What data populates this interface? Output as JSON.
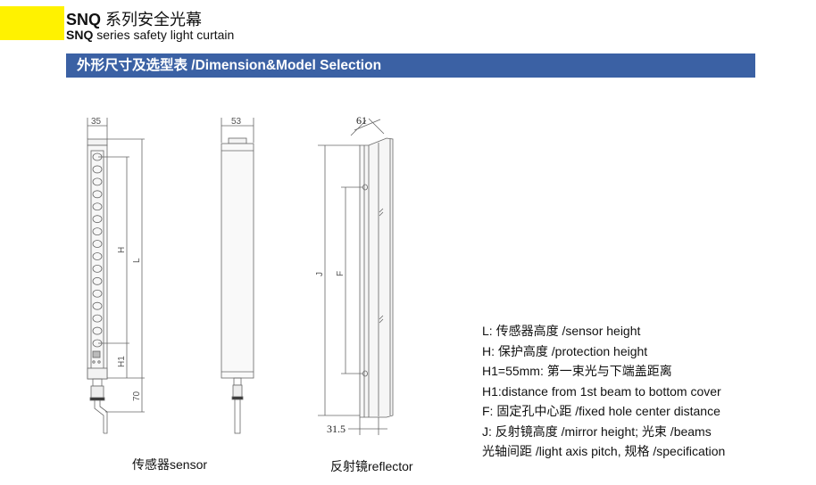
{
  "header": {
    "title_bold": "SNQ",
    "title_rest": " 系列安全光幕",
    "subtitle_bold": "SNQ",
    "subtitle_rest": " series safety light curtain",
    "section": "外形尺寸及选型表 /Dimension&Model Selection"
  },
  "colors": {
    "accent_yellow": "#fff200",
    "section_blue": "#3b61a4"
  },
  "drawing": {
    "sensor_width": "35",
    "side_width": "53",
    "reflector_depth": "61",
    "label_H": "H",
    "label_L": "L",
    "label_H1": "H1",
    "cable_length": "70",
    "label_J": "J",
    "label_F": "F",
    "reflector_offset": "31.5",
    "beam_count": 16
  },
  "captions": {
    "sensor": "传感器sensor",
    "reflector": "反射镜reflector"
  },
  "legend": [
    "L: 传感器高度 /sensor height",
    "H: 保护高度 /protection height",
    "H1=55mm: 第一束光与下端盖距离",
    "H1:distance from 1st beam to bottom cover",
    "F: 固定孔中心距 /fixed hole center distance",
    "J: 反射镜高度 /mirror height; 光束 /beams",
    "光轴间距 /light axis pitch, 规格 /specification"
  ]
}
